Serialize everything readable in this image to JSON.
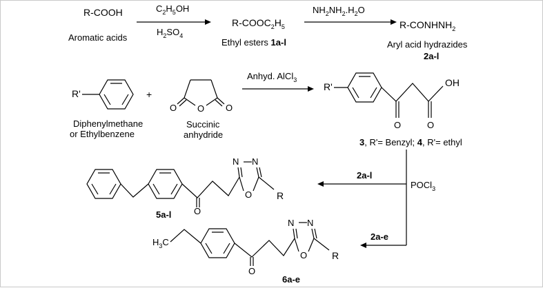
{
  "scheme": {
    "row1": {
      "acid_formula": "R-COOH",
      "acid_label": "Aromatic acids",
      "reagent_top_main": "C",
      "reagent_top_sub1": "2",
      "reagent_top_mid": "H",
      "reagent_top_sub2": "5",
      "reagent_top_end": "OH",
      "reagent_bottom_main": "H",
      "reagent_bottom_sub1": "2",
      "reagent_bottom_mid": "SO",
      "reagent_bottom_sub2": "4",
      "ester_formula_main": "R-COOC",
      "ester_formula_sub1": "2",
      "ester_formula_mid": "H",
      "ester_formula_sub2": "5",
      "ester_label_text": "Ethyl esters ",
      "ester_label_bold": "1a-l",
      "hydrazine_a": "NH",
      "hydrazine_sub1": "2",
      "hydrazine_b": "NH",
      "hydrazine_sub2": "2",
      "hydrazine_c": ".H",
      "hydrazine_sub3": "2",
      "hydrazine_d": "O",
      "hydrazide_formula_main": "R-CONHNH",
      "hydrazide_formula_sub": "2",
      "hydrazide_label": "Aryl acid hydrazides",
      "hydrazide_id": "2a-l"
    },
    "row2": {
      "r_prime": "R'",
      "plus": "+",
      "o_left": "O",
      "o_mid": "O",
      "o_right": "O",
      "start_label_1": "Diphenylmethane",
      "start_label_2": "or Ethylbenzene",
      "succinic_label_1": "Succinic",
      "succinic_label_2": "anhydride",
      "catalyst_main": "Anhyd. AlCl",
      "catalyst_sub": "3",
      "product_r_prime": "R'",
      "product_oh": "OH",
      "product_o_ketone": "O",
      "product_o_acid": "O",
      "product_label_a": "3",
      "product_label_b": ", R'= Benzyl; ",
      "product_label_c": "4",
      "product_label_d": ", R'= ethyl"
    },
    "row3": {
      "arrow_label_top": "2a-l",
      "pocl_main": "POCl",
      "pocl_sub": "3",
      "arrow_label_bottom": "2a-e",
      "oxa_n1": "N",
      "oxa_n2": "N",
      "oxa_o": "O",
      "oxa_r": "R",
      "ketone_o": "O",
      "compound5_id": "5a-l",
      "h3c_main": "H",
      "h3c_sub": "3",
      "h3c_c": "C",
      "oxa2_n1": "N",
      "oxa2_n2": "N",
      "oxa2_o": "O",
      "oxa2_r": "R",
      "ketone2_o": "O",
      "compound6_id": "6a-e"
    }
  }
}
